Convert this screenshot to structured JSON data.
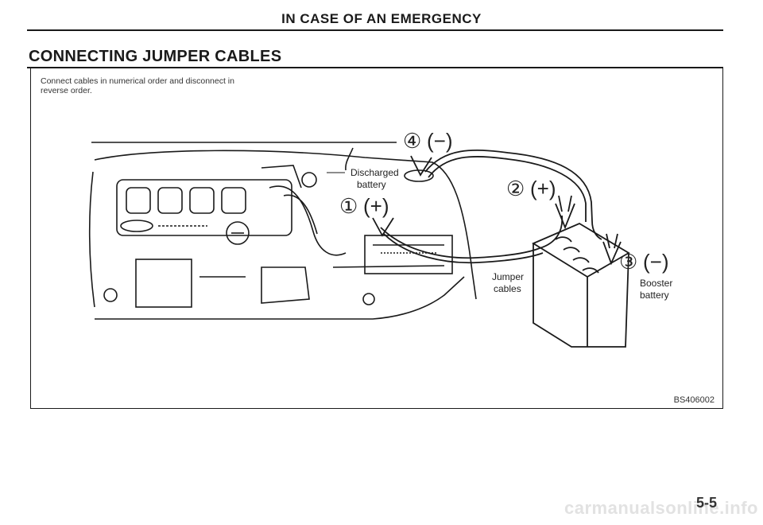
{
  "header": {
    "title": "IN CASE OF AN EMERGENCY"
  },
  "section": {
    "title": "CONNECTING JUMPER CABLES"
  },
  "figure": {
    "instruction": "Connect cables in numerical order and disconnect in reverse order.",
    "labels": {
      "discharged_battery_line1": "Discharged",
      "discharged_battery_line2": "battery",
      "jumper_cables_line1": "Jumper",
      "jumper_cables_line2": "cables",
      "booster_battery_line1": "Booster",
      "booster_battery_line2": "battery"
    },
    "steps": {
      "step1": {
        "number": "①",
        "polarity": "(+)"
      },
      "step2": {
        "number": "②",
        "polarity": "(+)"
      },
      "step3": {
        "number": "③",
        "polarity": "(−)"
      },
      "step4": {
        "number": "④",
        "polarity": "(−)"
      }
    },
    "code": "BS406002"
  },
  "page": {
    "number": "5-5"
  },
  "watermark": {
    "text": "carmanualsonline.info"
  }
}
